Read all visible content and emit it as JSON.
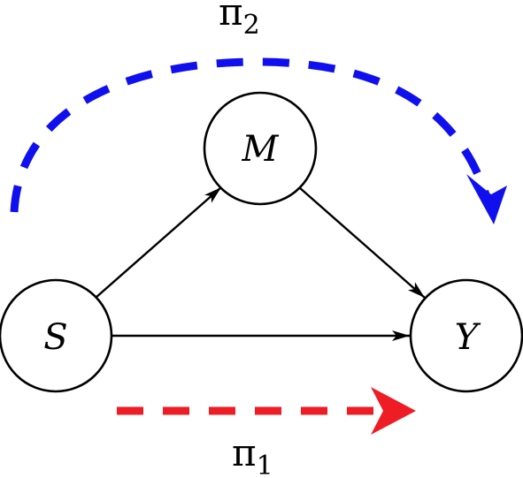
{
  "diagram": {
    "nodes": {
      "s": {
        "label": "S"
      },
      "m": {
        "label": "M"
      },
      "y": {
        "label": "Y"
      }
    },
    "edges": [
      {
        "from": "S",
        "to": "M"
      },
      {
        "from": "M",
        "to": "Y"
      },
      {
        "from": "S",
        "to": "Y"
      }
    ],
    "paths": {
      "pi1": {
        "symbol": "π",
        "subscript": "1",
        "color": "#ee1c24",
        "route": [
          "S",
          "Y"
        ]
      },
      "pi2": {
        "symbol": "π",
        "subscript": "2",
        "color": "#1010ee",
        "route": [
          "S",
          "M",
          "Y"
        ]
      }
    }
  }
}
